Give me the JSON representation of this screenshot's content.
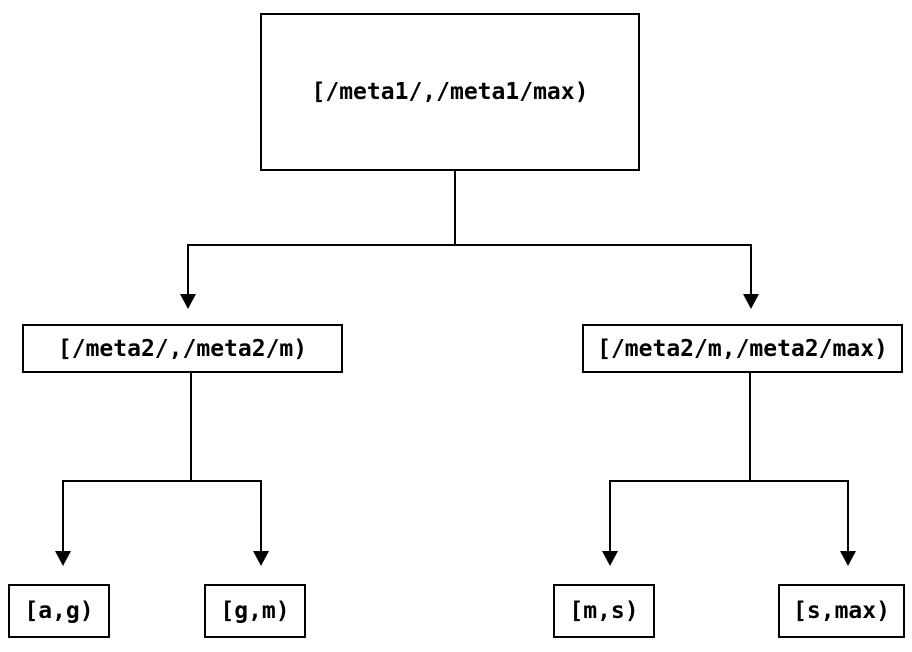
{
  "diagram": {
    "type": "tree",
    "nodes": {
      "root": {
        "label": "[/meta1/,/meta1/max)"
      },
      "mid_left": {
        "label": "[/meta2/,/meta2/m)"
      },
      "mid_right": {
        "label": "[/meta2/m,/meta2/max)"
      },
      "leaf_ag": {
        "label": "[a,g)"
      },
      "leaf_gm": {
        "label": "[g,m)"
      },
      "leaf_ms": {
        "label": "[m,s)"
      },
      "leaf_smax": {
        "label": "[s,max)"
      }
    },
    "edges": [
      {
        "from": "root",
        "to": "mid_left",
        "arrow": "down"
      },
      {
        "from": "root",
        "to": "mid_right",
        "arrow": "down"
      },
      {
        "from": "mid_left",
        "to": "leaf_ag",
        "arrow": "down"
      },
      {
        "from": "mid_left",
        "to": "leaf_gm",
        "arrow": "down"
      },
      {
        "from": "mid_right",
        "to": "leaf_ms",
        "arrow": "down"
      },
      {
        "from": "mid_right",
        "to": "leaf_smax",
        "arrow": "down"
      }
    ],
    "colors": {
      "background": "#ffffff",
      "line": "#000000",
      "text": "#000000"
    }
  }
}
